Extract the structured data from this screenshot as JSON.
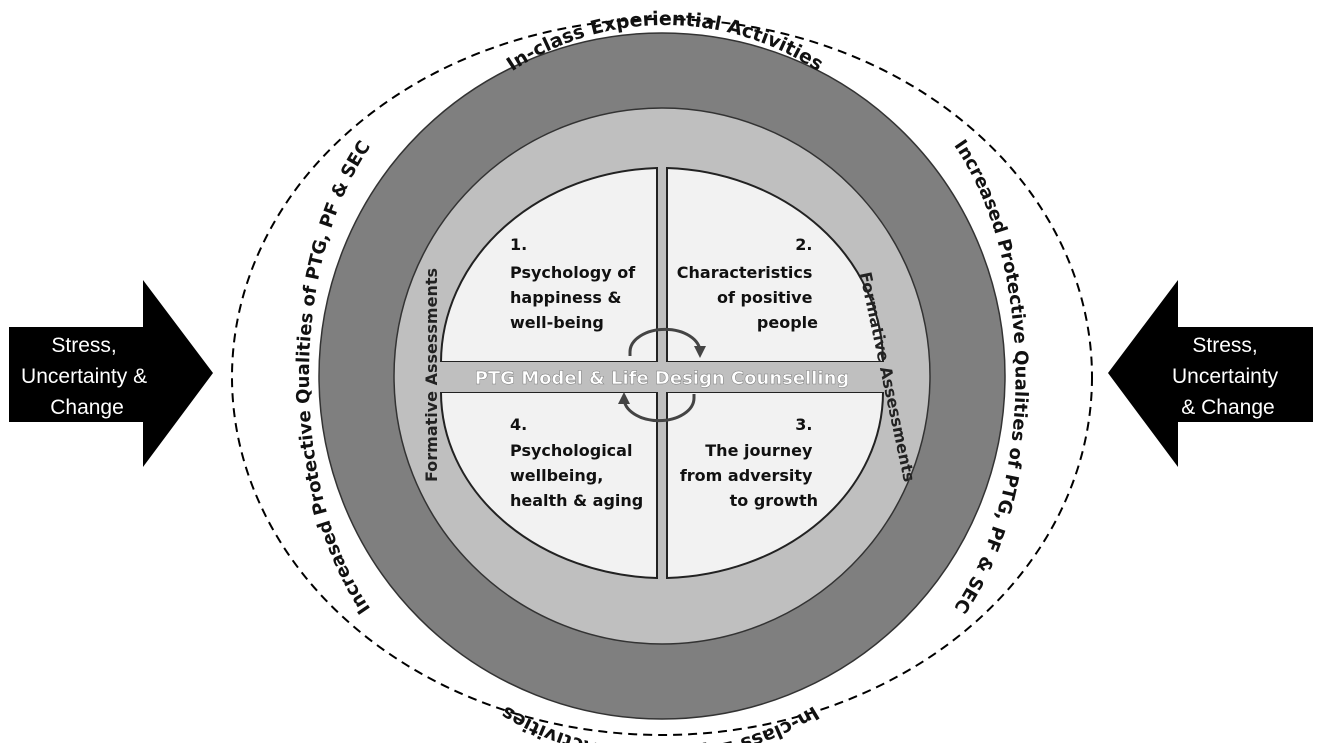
{
  "left_arrow": {
    "lines": [
      "Stress,",
      "Uncertainty &",
      "Change"
    ]
  },
  "right_arrow": {
    "lines": [
      "Stress,",
      "Uncertainty",
      "& Change"
    ]
  },
  "outer_ring": {
    "left_label": "Increased Protective Qualities of PTG, PF & SEC",
    "right_label": "Increased Protective Qualities of PTG, PF & SEC"
  },
  "experiential_ring": {
    "top_label": "In-class Experiential Activities",
    "bottom_label": "In-class Experiential Activities"
  },
  "formative_ring": {
    "left_label": "Formative Assessments",
    "right_label": "Formative Assessments"
  },
  "quadrants": {
    "q1": {
      "lines": [
        "1.",
        "Psychology of",
        "happiness &",
        "well-being"
      ]
    },
    "q2": {
      "lines": [
        "2.",
        "Characteristics",
        "of positive",
        "people"
      ]
    },
    "q3": {
      "lines": [
        "3.",
        "The journey",
        "from adversity",
        "to growth"
      ]
    },
    "q4": {
      "lines": [
        "4.",
        "Psychological",
        "wellbeing,",
        "health & aging"
      ]
    }
  },
  "center_label": "PTG Model & Life Design Counselling",
  "colors": {
    "dark_ring": "#7f7f7f",
    "light_ring": "#bfbfbf",
    "quadrant_fill": "#f2f2f2",
    "center_band": "#bfbfbf",
    "arrow_fill": "#000000"
  }
}
